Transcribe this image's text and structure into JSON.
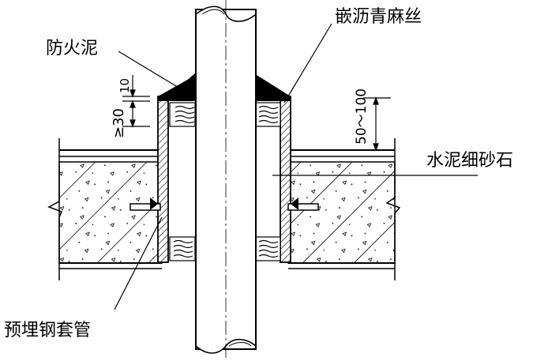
{
  "labels": {
    "fire_mud": "防火泥",
    "asphalt_hemp": "嵌沥青麻丝",
    "cement_concrete": "水泥细砂石",
    "embedded_sleeve": "预埋钢套管"
  },
  "dimensions": {
    "d10": "10",
    "d30": "≥30",
    "d50_100": "50～100"
  }
}
